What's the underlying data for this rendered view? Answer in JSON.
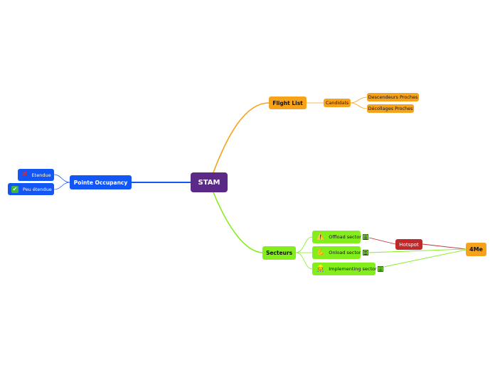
{
  "center": {
    "label": "STAM"
  },
  "flight_list": {
    "label": "Flight List",
    "candidats": {
      "label": "Candidats"
    },
    "children": [
      "Descendeurs Proches",
      "Décollages Proches"
    ]
  },
  "secteurs": {
    "label": "Secteurs",
    "items": [
      {
        "label": "Offload sector",
        "icon": "warning-icon"
      },
      {
        "label": "Onload sector",
        "icon": "arm-icon"
      },
      {
        "label": "Implementing sector",
        "icon": "worker-icon"
      }
    ]
  },
  "pointe": {
    "label": "Pointe Occupancy",
    "items": [
      {
        "label": "Etendue",
        "icon": "cross-mark-icon"
      },
      {
        "label": "Peu étendue",
        "icon": "check-mark-icon"
      }
    ]
  },
  "hotspot": {
    "label": "Hotspot"
  },
  "fourme": {
    "label": "4Me"
  },
  "colors": {
    "center": "#5b2a86",
    "orange": "#f7a21b",
    "green": "#84ee1c",
    "blue": "#1256f5",
    "red": "#c0282a"
  }
}
